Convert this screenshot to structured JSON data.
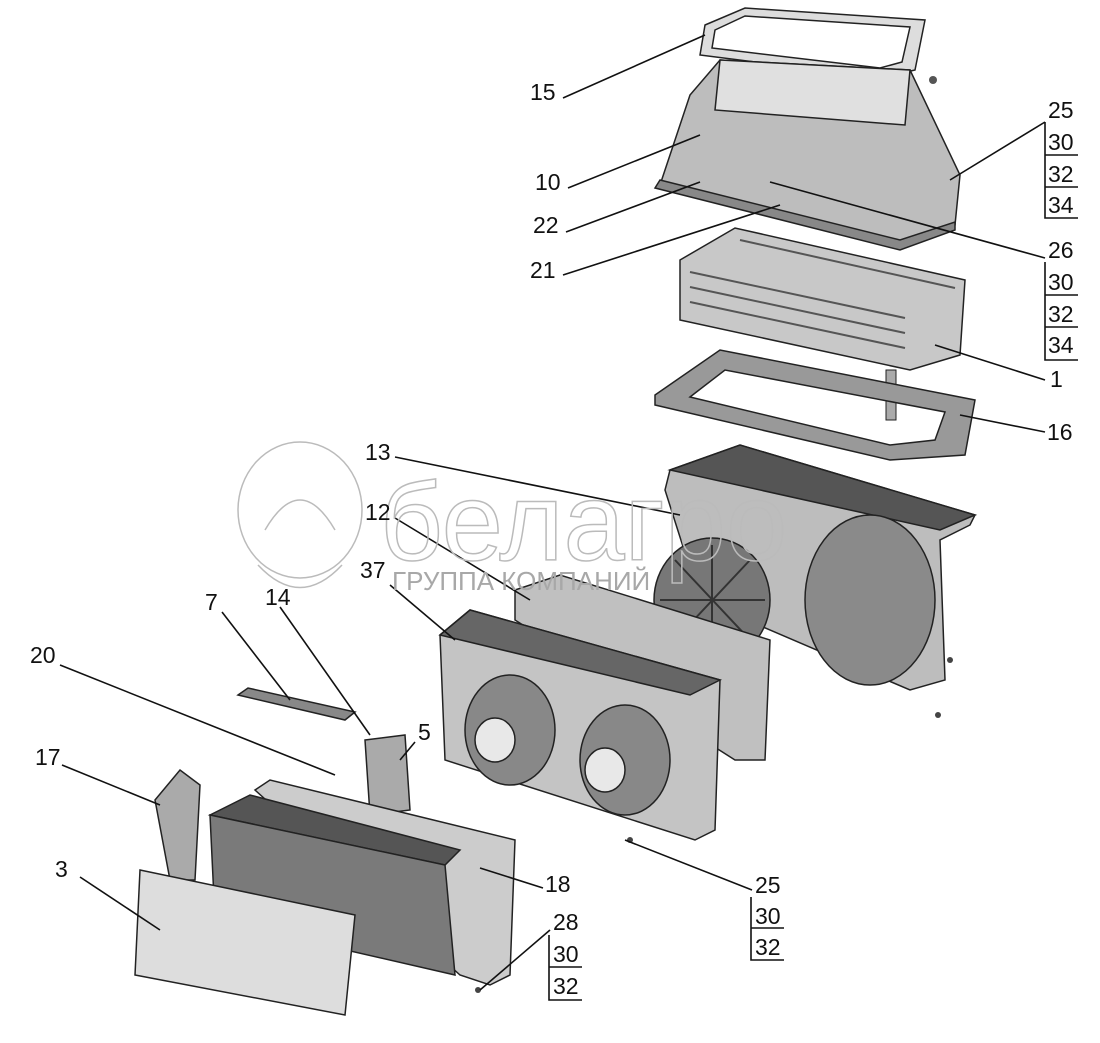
{
  "title": "Heater unit exploded view",
  "watermark": {
    "brand": "белагро",
    "subtitle": "ГРУППА КОМПАНИЙ"
  },
  "callouts": {
    "c15": "15",
    "c10": "10",
    "c22": "22",
    "c21": "21",
    "c1": "1",
    "c16": "16",
    "c13": "13",
    "c12": "12",
    "c37": "37",
    "c7": "7",
    "c14": "14",
    "c20": "20",
    "c5": "5",
    "c17": "17",
    "c3": "3",
    "c18": "18"
  },
  "stacks": {
    "top_right_a": [
      "25",
      "30",
      "32",
      "34"
    ],
    "top_right_b": [
      "26",
      "30",
      "32",
      "34"
    ],
    "bottom_left": [
      "28",
      "30",
      "32"
    ],
    "bottom_mid": [
      "25",
      "30",
      "32"
    ]
  },
  "colors": {
    "part_fill": "#b8b8b8",
    "part_dark": "#555555",
    "line": "#111111"
  }
}
